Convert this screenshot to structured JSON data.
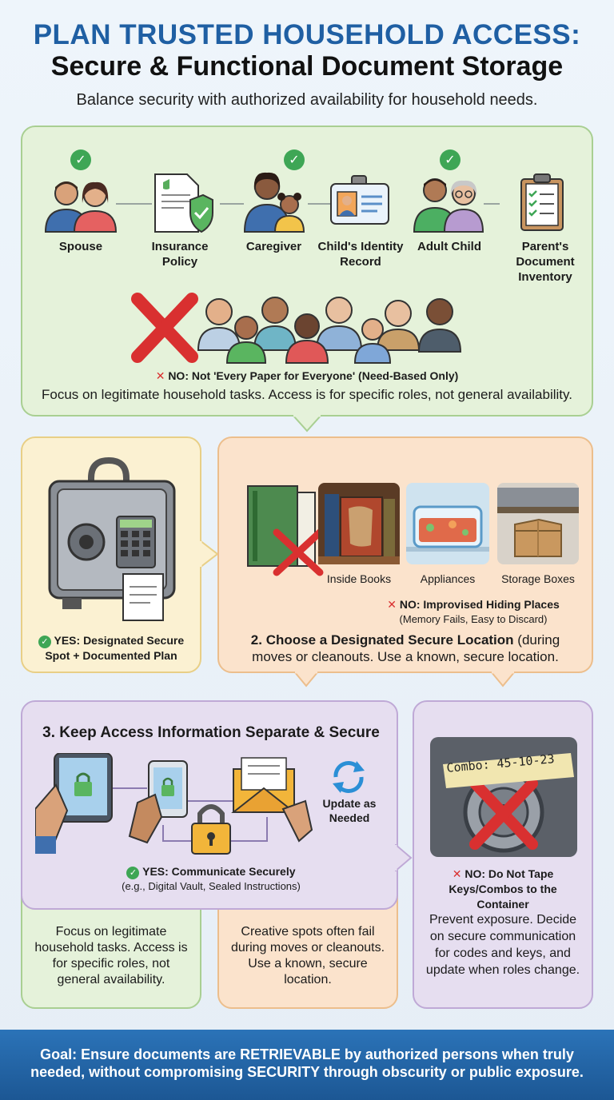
{
  "header": {
    "title_line1": "PLAN TRUSTED HOUSEHOLD ACCESS:",
    "title_line2": "Secure & Functional Document Storage",
    "subtitle": "Balance security with authorized availability for household needs."
  },
  "section1": {
    "items": [
      {
        "label": "Spouse"
      },
      {
        "label": "Insurance Policy"
      },
      {
        "label": "Caregiver"
      },
      {
        "label": "Child's Identity Record"
      },
      {
        "label": "Adult Child"
      },
      {
        "label": "Parent's Document Inventory"
      }
    ],
    "no_label": "NO: Not 'Every Paper for Everyone' (Need-Based Only)",
    "note": "Focus on legitimate household tasks. Access is for specific roles, not general availability."
  },
  "section2": {
    "yes_label": "YES: Designated Secure Spot + Documented Plan",
    "places": [
      "Inside Books",
      "Appliances",
      "Storage Boxes"
    ],
    "no_label": "NO: Improvised Hiding Places",
    "no_sub": "(Memory Fails, Easy to Discard)",
    "heading_bold": "2. Choose a Designated Secure Location",
    "heading_rest": " (during moves or cleanouts. Use a known, secure location."
  },
  "section3": {
    "heading": "3. Keep Access Information Separate & Secure",
    "update_label": "Update as Needed",
    "yes_label": "YES: Communicate Securely",
    "yes_sub": "(e.g., Digital Vault, Sealed Instructions)"
  },
  "section4": {
    "combo_text": "Combo: 45-10-23",
    "no_label": "NO: Do Not Tape Keys/Combos to the Container",
    "note": "Prevent exposure. Decide on secure communication for codes and keys, and update when roles change."
  },
  "bottom_notes": {
    "green": "Focus on legitimate household tasks. Access is for specific roles, not general availability.",
    "orange": "Creative spots often fail during moves or cleanouts. Use a known, secure location."
  },
  "footer": {
    "line1_a": "Goal: Ensure documents are ",
    "line1_b": "RETRIEVABLE",
    "line1_c": " by authorized persons when truly",
    "line2_a": "needed, without compromising ",
    "line2_b": "SECURITY",
    "line2_c": " through obscurity or public exposure."
  },
  "colors": {
    "title_blue": "#1f5fa3",
    "yes_green": "#3ea655",
    "no_red": "#d93030",
    "footer_blue": "#1f5e9c"
  }
}
